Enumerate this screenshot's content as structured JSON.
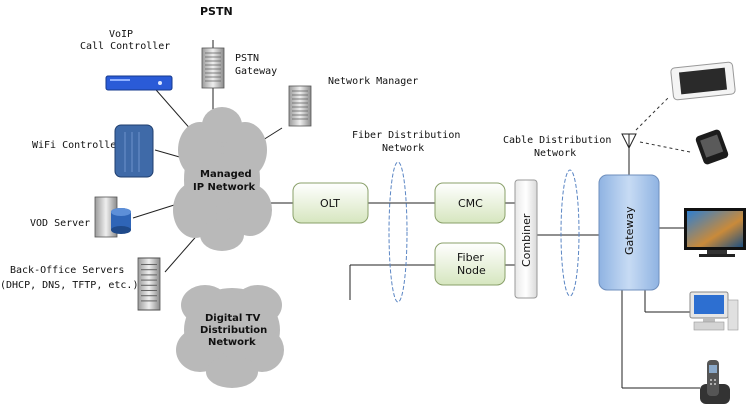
{
  "labels": {
    "pstn": "PSTN",
    "voip_line1": "VoIP",
    "voip_line2": "Call Controller",
    "pstn_gw_line1": "PSTN",
    "pstn_gw_line2": "Gateway",
    "network_manager": "Network Manager",
    "wifi_controller": "WiFi Controller",
    "vod_server": "VOD Server",
    "backoffice_line1": "Back-Office Servers",
    "backoffice_line2": "(DHCP, DNS, TFTP, etc.)",
    "managed_ip_line1": "Managed",
    "managed_ip_line2": "IP Network",
    "digital_tv_line1": "Digital TV",
    "digital_tv_line2": "Distribution",
    "digital_tv_line3": "Network",
    "fiber_dist_line1": "Fiber Distribution",
    "fiber_dist_line2": "Network",
    "cable_dist_line1": "Cable Distribution",
    "cable_dist_line2": "Network",
    "olt": "OLT",
    "cmc": "CMC",
    "fiber_node_line1": "Fiber",
    "fiber_node_line2": "Node",
    "combiner": "Combiner",
    "gateway": "Gateway"
  },
  "colors": {
    "cloud": "#b9b9b9",
    "box_fill": "#e8f2d8",
    "gateway_fill": "#a9c6ea",
    "voip_device": "#2a5bd7",
    "wifi_device": "#3f6aa8",
    "line": "#222222",
    "ellipse": "#5b86c4"
  },
  "icons": [
    "server-icon",
    "voip-device-icon",
    "wifi-controller-icon",
    "vod-server-icon",
    "tablet-icon",
    "phone-icon",
    "tv-icon",
    "desktop-icon",
    "cordless-phone-icon",
    "antenna-icon"
  ]
}
